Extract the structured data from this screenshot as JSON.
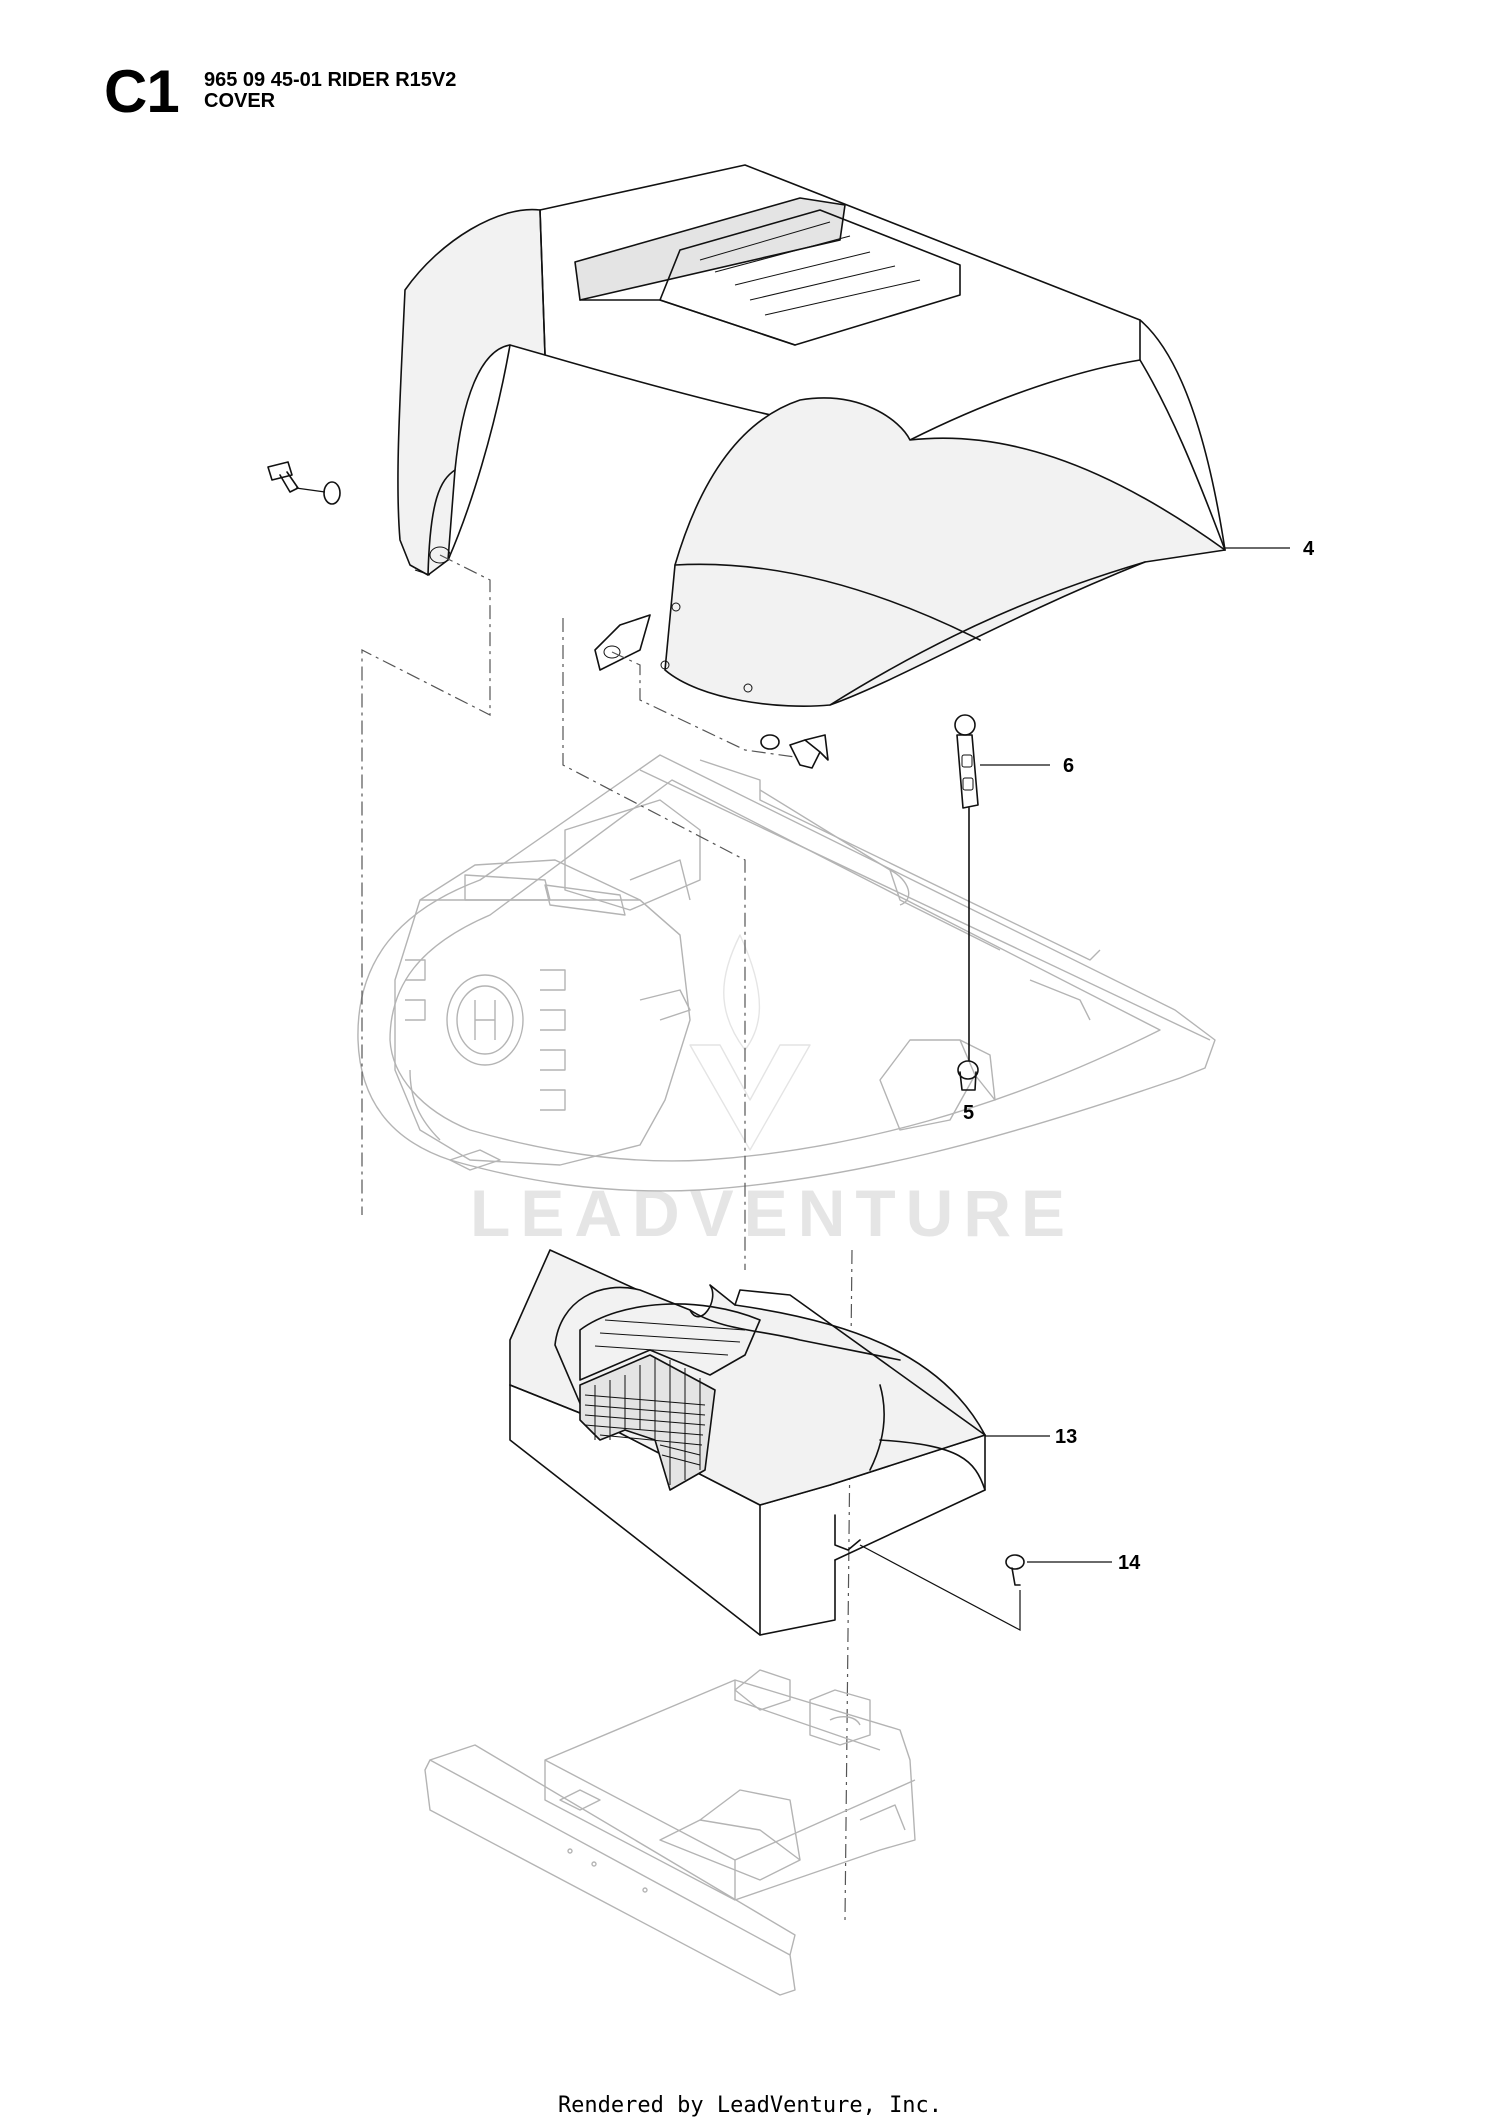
{
  "header": {
    "code": "C1",
    "model": "965 09 45-01 RIDER R15V2",
    "section": "COVER"
  },
  "callouts": [
    "4",
    "6",
    "5",
    "13",
    "14"
  ],
  "watermark": "LEADVENTURE",
  "footer": "Rendered by LeadVenture, Inc."
}
